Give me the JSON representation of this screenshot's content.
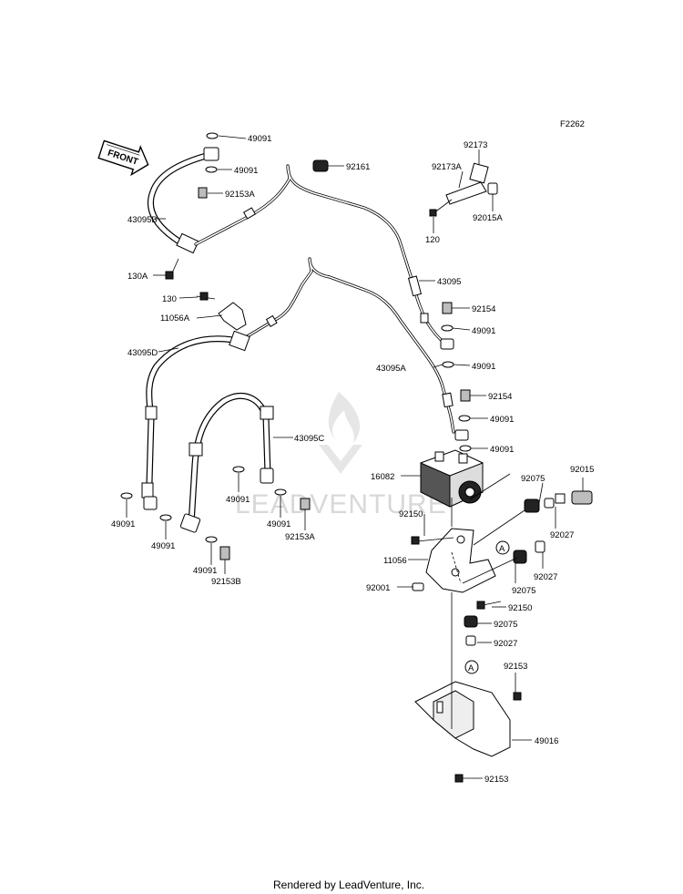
{
  "figure_code": "F2262",
  "front_arrow_text": "FRONT",
  "watermark": "LEADVENTURE",
  "footer": "Rendered by LeadVenture, Inc.",
  "callout_letter": "A",
  "parts": {
    "p49091_a": "49091",
    "p49091_b": "49091",
    "p92153A_a": "92153A",
    "p43095B": "43095B",
    "p130A": "130A",
    "p92161": "92161",
    "p92173": "92173",
    "p92173A": "92173A",
    "p92015A": "92015A",
    "p120": "120",
    "p43095": "43095",
    "p130": "130",
    "p11056A": "11056A",
    "p92154_a": "92154",
    "p49091_c": "49091",
    "p43095D": "43095D",
    "p43095A": "43095A",
    "p49091_d": "49091",
    "p92154_b": "92154",
    "p49091_e": "49091",
    "p43095C": "43095C",
    "p49091_f": "49091",
    "p16082": "16082",
    "p92075_a": "92075",
    "p92015": "92015",
    "p92150_a": "92150",
    "p92027_a": "92027",
    "p49091_g": "49091",
    "p49091_h": "49091",
    "p92153A_b": "92153A",
    "p49091_i": "49091",
    "p49091_j": "49091",
    "p11056": "11056",
    "p92027_b": "92027",
    "p92153B": "92153B",
    "p92075_b": "92075",
    "p92001": "92001",
    "p92150_b": "92150",
    "p92075_c": "92075",
    "p92027_c": "92027",
    "p92153_a": "92153",
    "p49016": "49016",
    "p92153_b": "92153"
  }
}
